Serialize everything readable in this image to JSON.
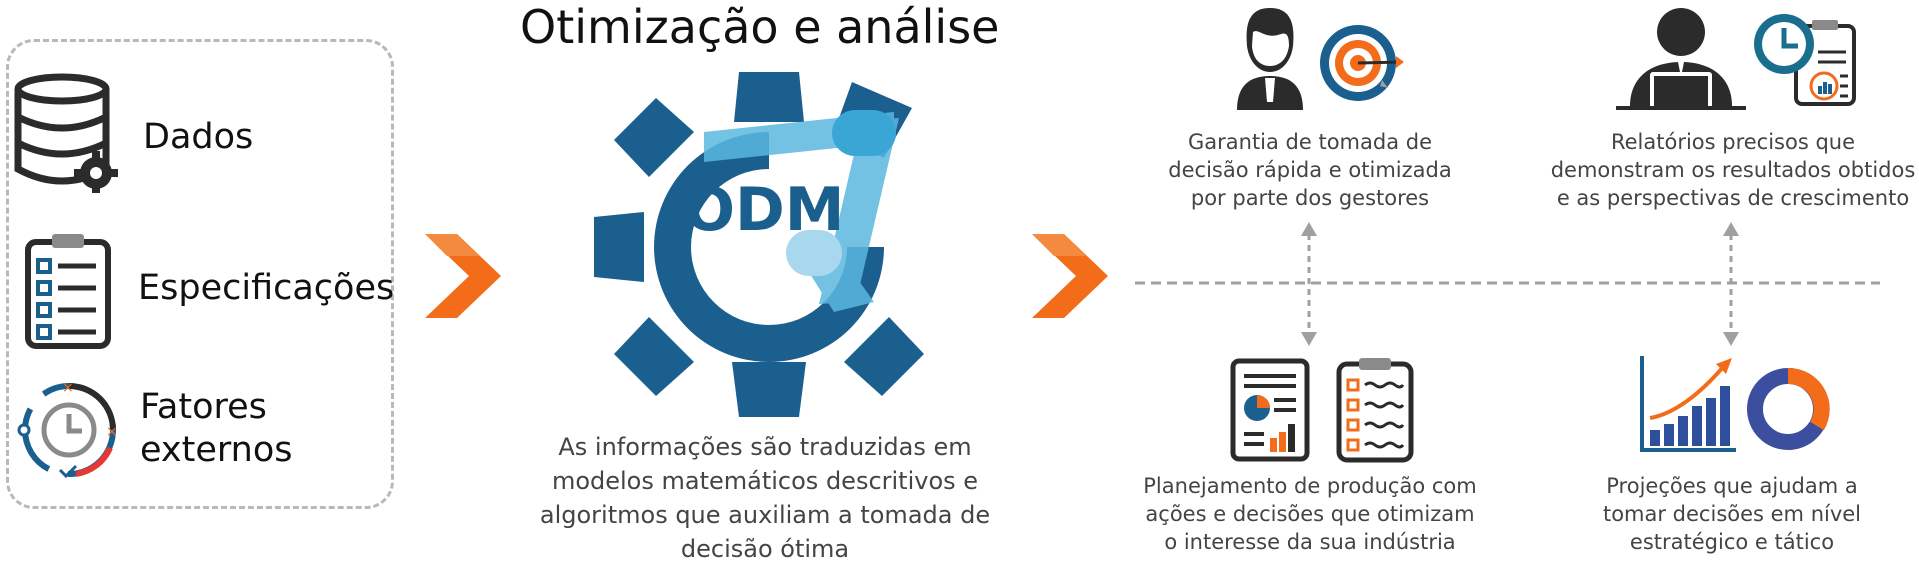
{
  "inputs": {
    "items": [
      {
        "label": "Dados",
        "icon": "database-gear-icon"
      },
      {
        "label": "Especificações",
        "icon": "checklist-clipboard-icon"
      },
      {
        "label": "Fatores\nexternos",
        "icon": "clock-cycle-icon"
      }
    ]
  },
  "center": {
    "title": "Otimização e análise",
    "logo_text": "ODM",
    "description": "As informações são traduzidas em modelos matemáticos descritivos e algoritmos que auxiliam a tomada de decisão ótima"
  },
  "outputs": {
    "top_left": "Garantia de tomada de decisão rápida e otimizada por parte dos gestores",
    "top_right": "Relatórios precisos que demonstram os resultados obtidos e as perspectivas de crescimento",
    "bottom_left": "Planejamento de produção com ações e decisões que otimizam o interesse da sua indústria",
    "bottom_right": "Projeções que ajudam a tomar decisões em nível estratégico e tático"
  },
  "colors": {
    "orange": "#f26c1a",
    "gear_blue": "#1a5f8e",
    "light_blue": "#5bb8e0",
    "dark": "#2b2b2b",
    "gray": "#9e9e9e"
  }
}
